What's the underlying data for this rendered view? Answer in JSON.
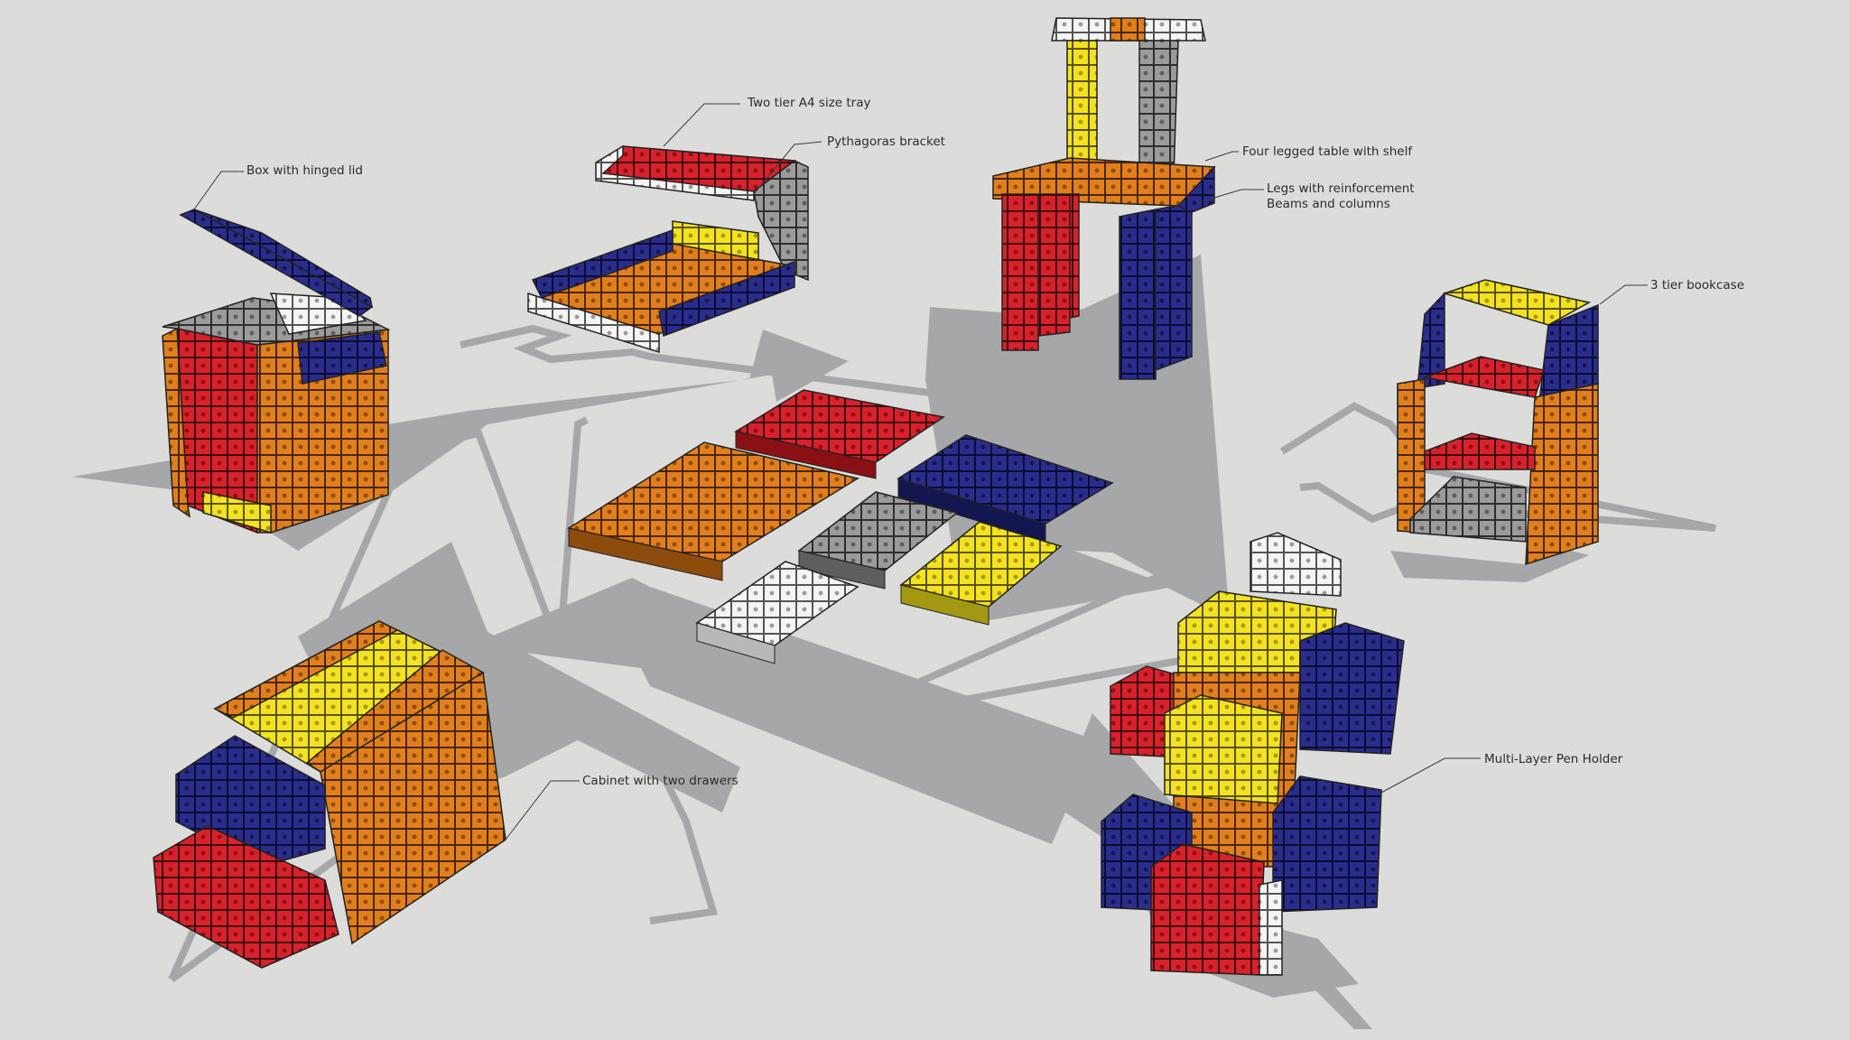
{
  "palette": {
    "background": "#dcdcda",
    "shadow": "#a6a7a9",
    "red": "#d8212b",
    "orange": "#e07f1c",
    "blue": "#2a2d8c",
    "yellow": "#f2e21f",
    "gray": "#9b9b9b",
    "white": "#f4f4f4"
  },
  "labels": {
    "box_hinged_lid": "Box with hinged lid",
    "two_tier_tray": "Two tier A4 size tray",
    "pythagoras_bracket": "Pythagoras bracket",
    "four_legged_table": "Four legged table with shelf",
    "legs_reinforcement_line1": "Legs with reinforcement",
    "legs_reinforcement_line2": "Beams and columns",
    "bookcase": "3 tier bookcase",
    "cabinet_drawers": "Cabinet with two drawers",
    "pen_holder": "Multi-Layer Pen Holder"
  }
}
